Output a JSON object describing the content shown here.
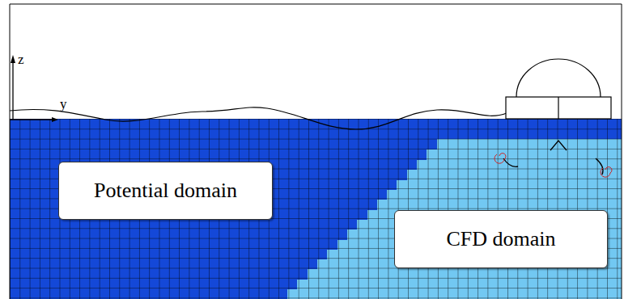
{
  "diagram": {
    "nodes": [
      {
        "text": [
          "Potential domain"
        ]
      },
      {
        "text": [
          "CFD domain"
        ]
      }
    ],
    "labels": [
      "z",
      "y"
    ]
  }
}
